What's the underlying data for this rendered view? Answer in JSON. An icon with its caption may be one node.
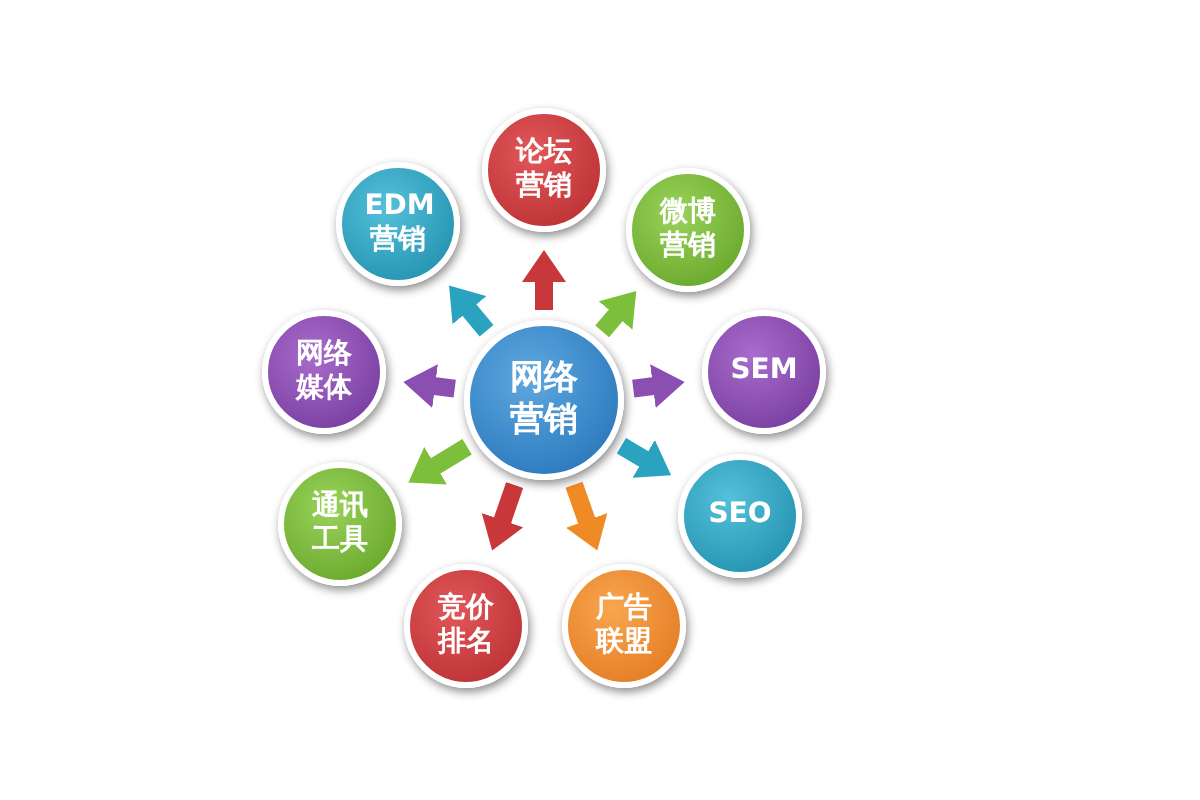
{
  "diagram": {
    "nodes": [
      {
        "text": [
          "网络营销"
        ]
      },
      {
        "text": [
          "论坛营销"
        ]
      },
      {
        "text": [
          "微博营销"
        ]
      },
      {
        "text": [
          "SEM"
        ]
      },
      {
        "text": [
          "SEO"
        ]
      },
      {
        "text": [
          "广告联盟"
        ]
      },
      {
        "text": [
          "竞价排名"
        ]
      },
      {
        "text": [
          "通讯工具"
        ]
      },
      {
        "text": [
          "网络媒体"
        ]
      },
      {
        "text": [
          "EDM营销"
        ]
      }
    ],
    "edges": [
      {
        "from": 0,
        "to": 1,
        "arrow": "to",
        "color": "#c8383a"
      },
      {
        "from": 0,
        "to": 2,
        "arrow": "to",
        "color": "#7cbf3a"
      },
      {
        "from": 0,
        "to": 3,
        "arrow": "to",
        "color": "#8a4fb0"
      },
      {
        "from": 0,
        "to": 4,
        "arrow": "to",
        "color": "#2aa3c0"
      },
      {
        "from": 0,
        "to": 5,
        "arrow": "to",
        "color": "#f08a24"
      },
      {
        "from": 0,
        "to": 6,
        "arrow": "to",
        "color": "#c8383a"
      },
      {
        "from": 0,
        "to": 7,
        "arrow": "to",
        "color": "#7cbf3a"
      },
      {
        "from": 0,
        "to": 8,
        "arrow": "to",
        "color": "#8a4fb0"
      },
      {
        "from": 0,
        "to": 9,
        "arrow": "to",
        "color": "#2aa3c0"
      }
    ]
  }
}
